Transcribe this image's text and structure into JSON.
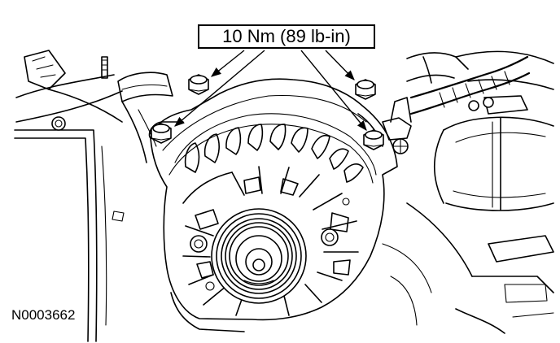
{
  "callout": {
    "torque_spec": "10 Nm (89 lb-in)"
  },
  "figure": {
    "id": "N0003662"
  },
  "icons": {
    "alternator": "alternator-assembly",
    "bolt": "hex-bolt"
  }
}
